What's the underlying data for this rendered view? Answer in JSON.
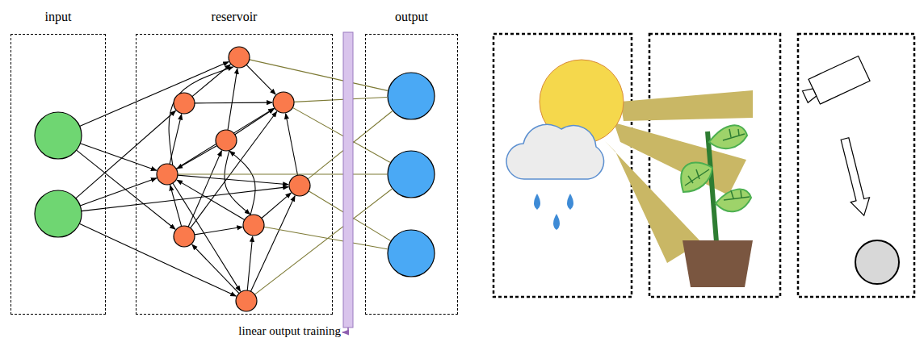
{
  "diagram": {
    "nodes": [
      {
        "text": [
          "input"
        ]
      },
      {
        "text": [
          "reservoir"
        ]
      },
      {
        "text": [
          "output"
        ]
      }
    ],
    "labels": [
      "linear output training"
    ]
  }
}
